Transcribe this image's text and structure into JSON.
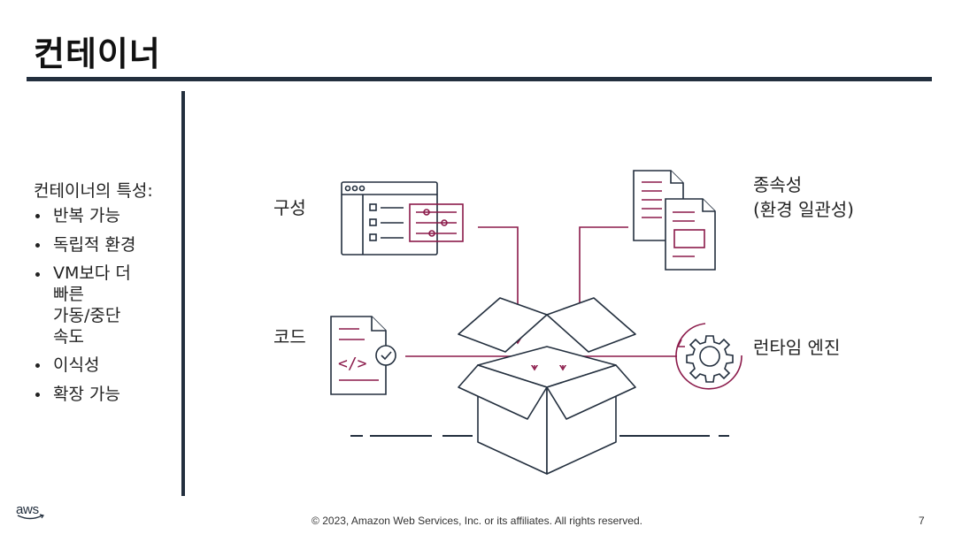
{
  "title": "컨테이너",
  "features": {
    "heading": "컨테이너의 특성:",
    "items": [
      "반복 가능",
      "독립적 환경",
      "VM보다 더\n빠른\n가동/중단\n속도",
      "이식성",
      "확장 가능"
    ]
  },
  "diagram": {
    "config_label": "구성",
    "dependencies_label": "종속성",
    "dependencies_sub": "(환경 일관성)",
    "code_label": "코드",
    "runtime_label": "런타임 엔진"
  },
  "colors": {
    "accent": "#8b1a4a",
    "line": "#232f3e"
  },
  "footer": {
    "copyright": "© 2023, Amazon Web Services, Inc. or its affiliates. All rights reserved.",
    "page": "7",
    "logo_text": "aws"
  }
}
